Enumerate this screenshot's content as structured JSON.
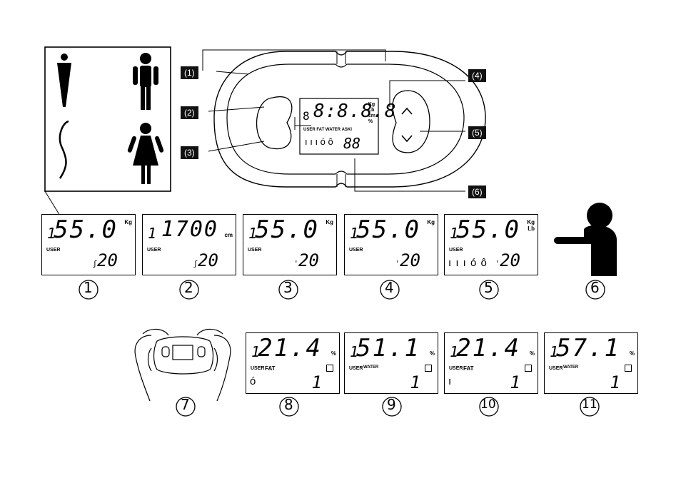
{
  "callouts": [
    "(1)",
    "(2)",
    "(3)",
    "(4)",
    "(5)",
    "(6)"
  ],
  "main_display": {
    "top_digits": "8:8.8.8",
    "slot": "8",
    "units": [
      "Kg",
      "Lb",
      "cm",
      "%"
    ],
    "labels": [
      "USER",
      "FAT",
      "WATER",
      "ASKI"
    ],
    "age_digits": "88"
  },
  "up_arrow": "^",
  "down_arrow": "v",
  "lcds": [
    {
      "slot": "1",
      "value": "55.0",
      "unit": "Kg",
      "user": "USER",
      "age": "20",
      "mark": "ʃ"
    },
    {
      "slot": "1",
      "value": "1700",
      "unit": "cm",
      "user": "USER",
      "age": "20",
      "mark": "ʃ"
    },
    {
      "slot": "1",
      "value": "55.0",
      "unit": "Kg",
      "user": "USER",
      "age": "20",
      "mark": "'"
    },
    {
      "slot": "1",
      "value": "55.0",
      "unit": "Kg",
      "user": "USER",
      "age": "20",
      "mark": "'"
    },
    {
      "slot": "1",
      "value": "55.0",
      "unit": "Kg\nLb",
      "user": "USER",
      "age": "20",
      "mark": "'",
      "icons": "ı ı ı ó ô"
    },
    {
      "slot": "1",
      "value": "21.4",
      "unit": "%",
      "user": "USER",
      "fat": "FAT",
      "age": "1",
      "icons": "ó"
    },
    {
      "slot": "1",
      "value": "51.1",
      "unit": "%",
      "user": "USER",
      "fat": "WATER",
      "age": "1"
    },
    {
      "slot": "1",
      "value": "21.4",
      "unit": "%",
      "user": "USER",
      "fat": "FAT",
      "age": "1",
      "icons": "ı"
    },
    {
      "slot": "1",
      "value": "57.1",
      "unit": "%",
      "user": "USER",
      "fat": "WATER",
      "age": "1"
    }
  ],
  "steps": [
    "1",
    "2",
    "3",
    "4",
    "5",
    "6",
    "7",
    "8",
    "9",
    "10",
    "11"
  ],
  "colors": {
    "ink": "#000000",
    "label_bg": "#111111",
    "paper": "#ffffff"
  }
}
